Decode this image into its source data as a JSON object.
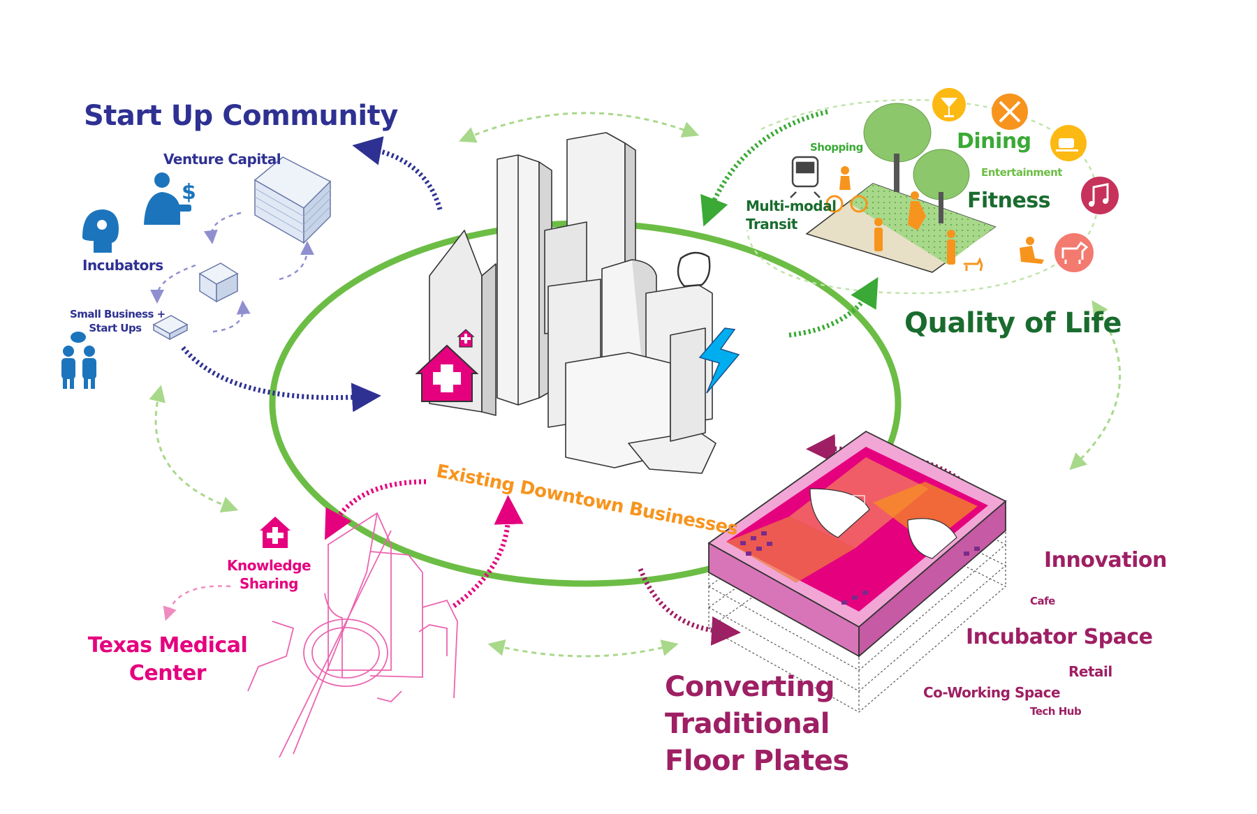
{
  "colors": {
    "navy": "#2e3192",
    "green_dark": "#1a6b2e",
    "green_mid": "#3aa935",
    "green_ring": "#6cbd45",
    "green_light": "#a8d88a",
    "orange": "#f7941d",
    "magenta": "#e5007e",
    "plum": "#9e1f63",
    "blue_icon": "#1c75bc",
    "cyan": "#00aeef"
  },
  "startup": {
    "title": "Start Up Community",
    "venture": "Venture Capital",
    "incubators": "Incubators",
    "small_line1": "Small Business +",
    "small_line2": "Start Ups"
  },
  "quality": {
    "title": "Quality of Life",
    "shopping": "Shopping",
    "dining": "Dining",
    "entertainment": "Entertainment",
    "fitness": "Fitness",
    "transit_line1": "Multi-modal",
    "transit_line2": "Transit",
    "icons": [
      "cocktail-icon",
      "dining-icon",
      "coffee-icon",
      "music-icon",
      "dog-icon"
    ]
  },
  "center": {
    "label": "Existing Downtown Businesses"
  },
  "medical": {
    "knowledge_line1": "Knowledge",
    "knowledge_line2": "Sharing",
    "title_line1": "Texas Medical",
    "title_line2": "Center"
  },
  "floorplate": {
    "title_line1": "Converting",
    "title_line2": "Traditional",
    "title_line3": "Floor Plates",
    "innovation": "Innovation",
    "cafe": "Cafe",
    "incubator_space": "Incubator Space",
    "retail": "Retail",
    "coworking": "Co-Working Space",
    "techhub": "Tech Hub"
  }
}
